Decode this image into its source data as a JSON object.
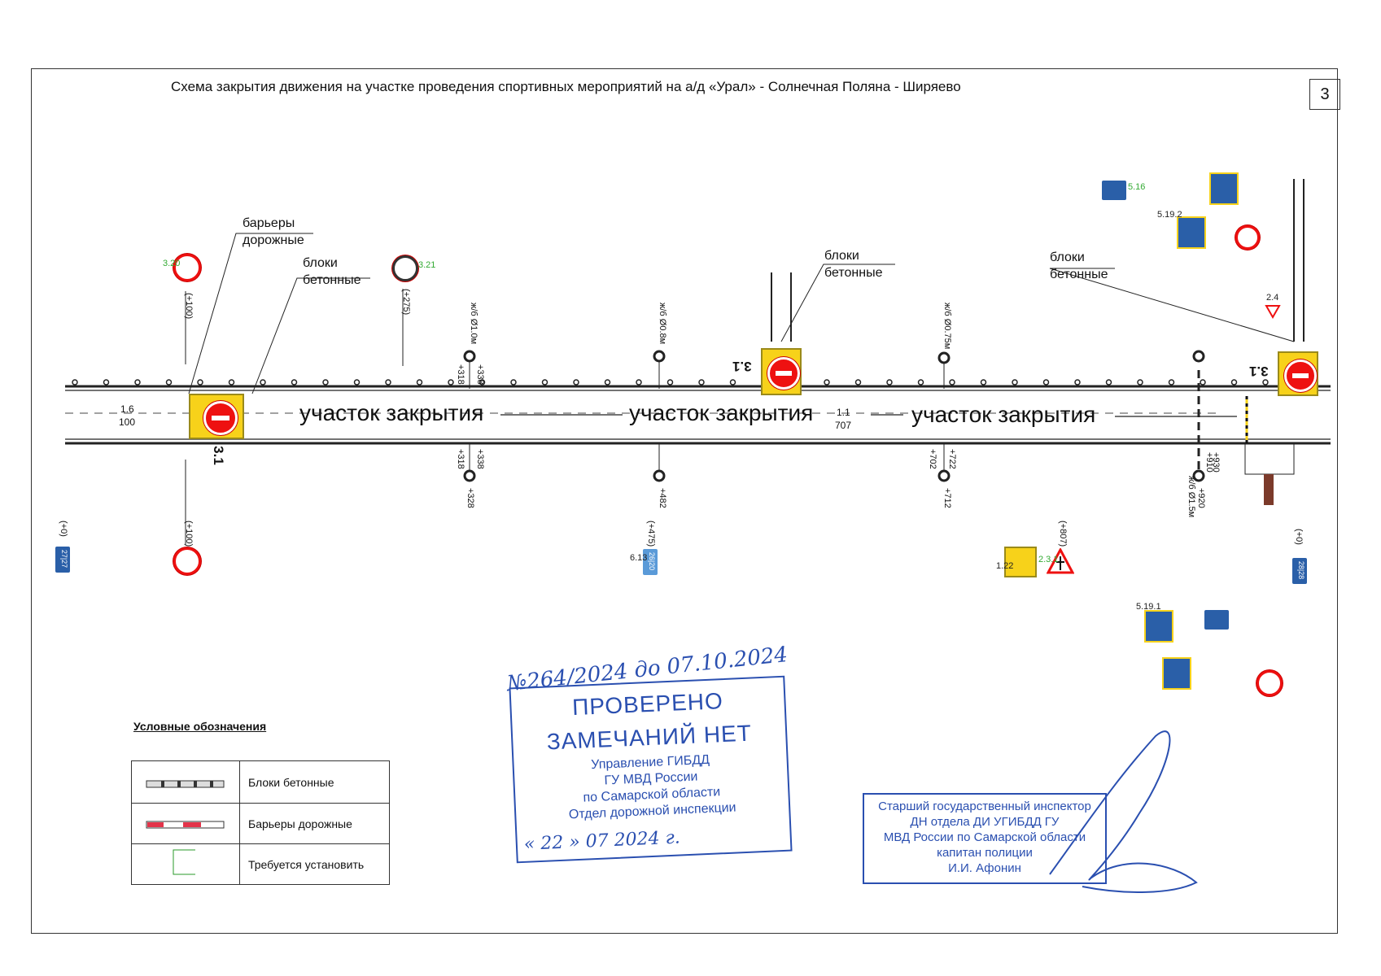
{
  "header": {
    "title": "Схема закрытия движения на участке проведения спортивных мероприятий на а/д «Урал» - Солнечная Поляна - Ширяево",
    "page_number": "3"
  },
  "road": {
    "closure_label_1": "участок закрытия",
    "closure_label_2": "участок закрытия",
    "closure_label_3": "участок закрытия",
    "marking_left_top": "1.6",
    "marking_left_bottom": "100",
    "marking_mid_top": "1.1",
    "marking_mid_bottom": "707"
  },
  "callouts": {
    "barriers_1": "барьеры",
    "barriers_2": "дорожные",
    "blocks_a_1": "блоки",
    "blocks_a_2": "бетонные",
    "blocks_b_1": "блоки",
    "blocks_b_2": "бетонные",
    "blocks_c_1": "блоки",
    "blocks_c_2": "бетонные"
  },
  "signs": {
    "sign_3_1_left": "3.1",
    "sign_3_1_mid": "3.1",
    "sign_3_1_right": "3.1",
    "sign_3_20": "3.20",
    "sign_3_21": "3.21",
    "sign_6_13": "6.13",
    "sign_5_19_1": "5.19.1",
    "sign_5_19_2": "5.19.2",
    "sign_5_16": "5.16",
    "sign_1_22": "1.22",
    "sign_2_3_1": "2.3.1",
    "sign_2_4": "2.4",
    "km_left": "27|27",
    "km_mid": "26|20",
    "km_right": "28|28"
  },
  "chainage": {
    "p100_top": "(+100)",
    "p100_bottom": "(+100)",
    "p275": "(+275)",
    "p318_top": "+318",
    "p338_top": "+338",
    "p318_bot": "+318",
    "p338_bot": "+338",
    "p328": "+328",
    "pipe1": "ж/б Ø1.0м",
    "pipe2": "ж/б Ø0.8м",
    "pipe3": "ж/б Ø0.75м",
    "pipe4": "ж/б Ø1.5м",
    "p482": "+482",
    "p475": "(+475)",
    "p702": "+702",
    "p722": "+722",
    "p712": "+712",
    "p807": "(+807)",
    "p910": "+910",
    "p930": "+930",
    "p920": "+920",
    "p0_left": "(+0)",
    "p0_right": "(+0)"
  },
  "legend": {
    "title": "Условные обозначения",
    "row1": "Блоки бетонные",
    "row2": "Барьеры дорожные",
    "row3": "Требуется установить"
  },
  "stamp": {
    "handwritten_number": "№264/2024 до 07.10.2024",
    "line1": "ПРОВЕРЕНО",
    "line2": "ЗАМЕЧАНИЙ НЕТ",
    "line3": "Управление ГИБДД",
    "line4": "ГУ МВД России",
    "line5": "по Самарской области",
    "line6": "Отдел дорожной инспекции",
    "date": "« 22 » 07 2024 г."
  },
  "inspector": {
    "line1": "Старший государственный инспектор",
    "line2": "ДН отдела ДИ УГИБДД ГУ",
    "line3": "МВД России по Самарской области",
    "line4": "капитан полиции",
    "line5": "И.И. Афонин"
  },
  "colors": {
    "stamp_blue": "#2a4fb0",
    "sign_red": "#e11111",
    "sign_yellow": "#f7d21a",
    "barrier_red": "#e3344a"
  }
}
